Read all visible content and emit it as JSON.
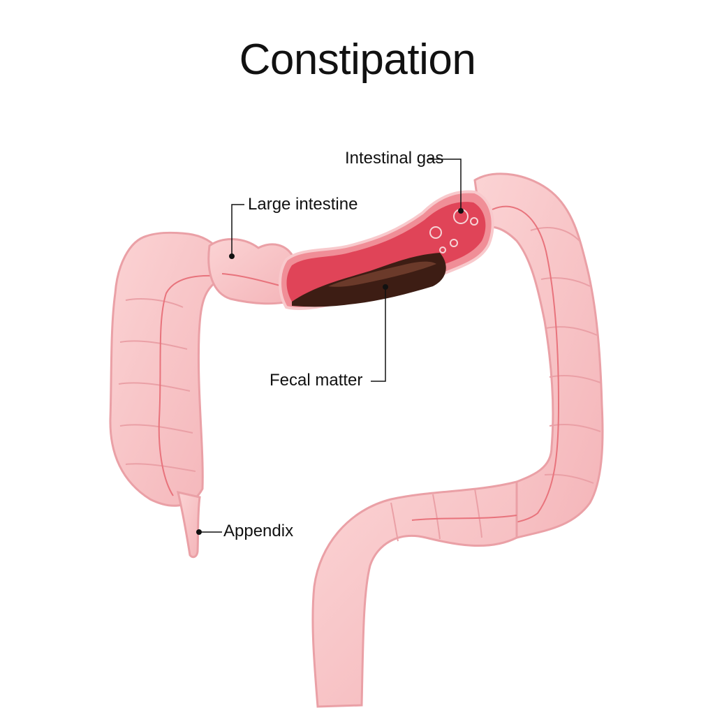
{
  "title": "Constipation",
  "labels": {
    "intestinal_gas": "Intestinal gas",
    "large_intestine": "Large intestine",
    "fecal_matter": "Fecal matter",
    "appendix": "Appendix"
  },
  "colors": {
    "intestine_fill": "#f7c1c3",
    "intestine_outline": "#eaa0a6",
    "intestine_vessel": "#e8737c",
    "lumen_inner": "#e04458",
    "lumen_wall": "#f08e97",
    "fecal_matter": "#3d1d14",
    "fecal_highlight": "#6b3a2a",
    "leader_line": "#111111"
  }
}
